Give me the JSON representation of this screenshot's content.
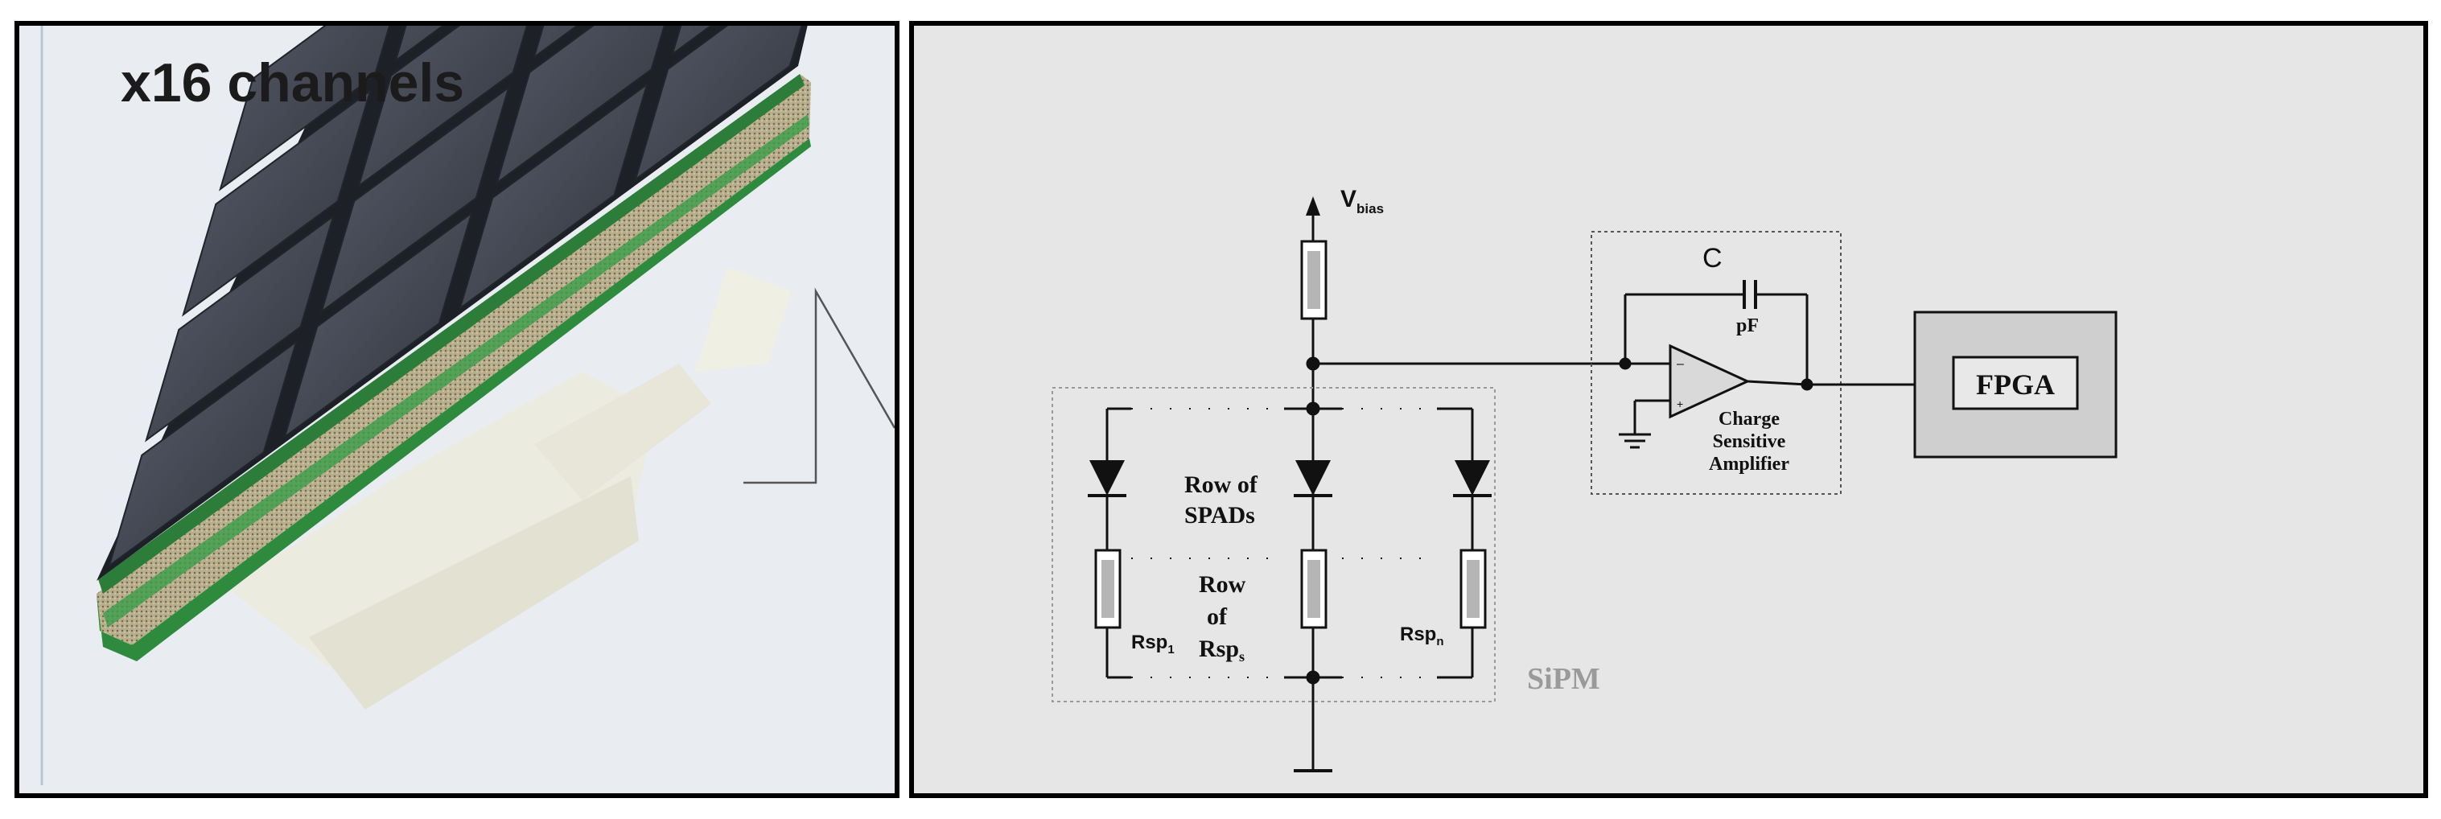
{
  "left_panel": {
    "title": "x16 channels",
    "sensor_grid": {
      "rows": 4,
      "columns": 4
    }
  },
  "right_panel": {
    "vbias_label": "V",
    "vbias_subscript": "bias",
    "row_of_spads_line1": "Row of",
    "row_of_spads_line2": "SPADs",
    "row_of_rsps_line1": "Row",
    "row_of_rsps_line2": "of",
    "row_of_rsps_line3": "Rsp",
    "row_of_rsps_subscript": "s",
    "rsp1_label": "Rsp",
    "rsp1_subscript": "1",
    "rspn_label": "Rsp",
    "rspn_subscript": "n",
    "sipm_label": "SiPM",
    "capacitor_label": "C",
    "capacitance_label": "pF",
    "amplifier_line1": "Charge",
    "amplifier_line2": "Sensitive",
    "amplifier_line3": "Amplifier",
    "fpga_label": "FPGA"
  },
  "colors": {
    "panel_border": "#000000",
    "photo_background": "#e9edf1",
    "pcb_green": "#2e8b3e",
    "sensor_tile": "#3e4250",
    "circuit_background": "#e6e6e6",
    "fpga_fill": "#cfcfcf",
    "sipm_label_gray": "#9a9a9a"
  }
}
